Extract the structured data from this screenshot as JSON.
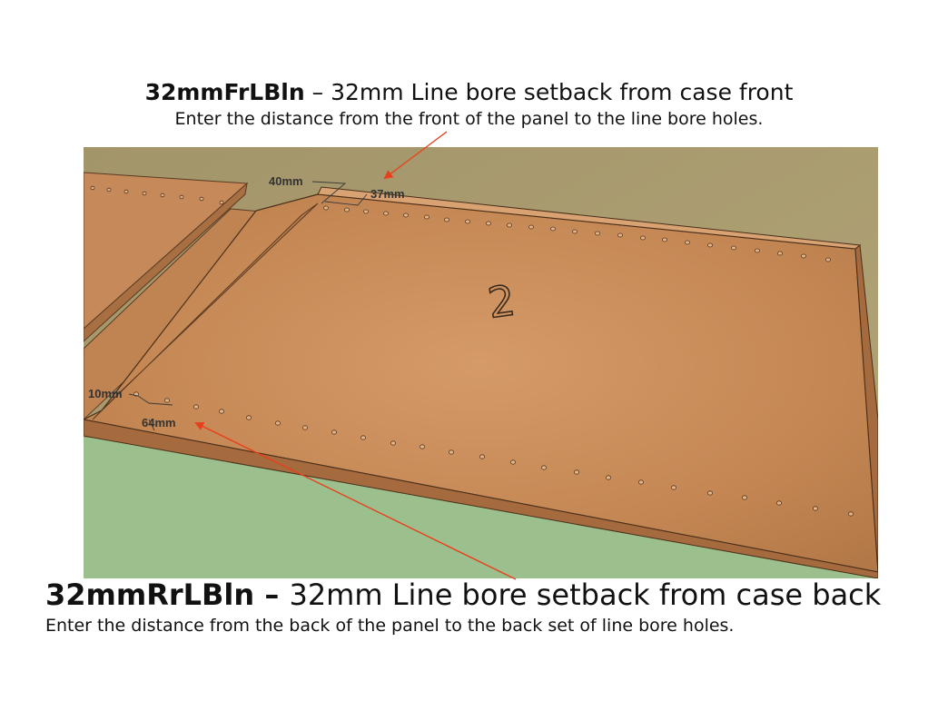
{
  "front_caption": {
    "code": "32mmFrLBln",
    "separator": " – ",
    "title": "32mm Line bore setback from case front",
    "description": "Enter the distance from the front of the panel to the line bore holes."
  },
  "back_caption": {
    "code": "32mmRrLBln",
    "separator": " – ",
    "title": "32mm Line bore setback from case back",
    "description": "Enter the distance from the back of the panel to the back set of line bore holes."
  },
  "dimensions": {
    "front_outer": "40mm",
    "front_inner": "37mm",
    "back_edge": "10mm",
    "back_spacing": "64mm"
  },
  "panel": {
    "number": "2"
  },
  "colors": {
    "callout_arrow": "#e8401c",
    "panel_wood": "#c98a55",
    "background_floor": "#9cbf8e",
    "background_wall": "#a89a66"
  }
}
